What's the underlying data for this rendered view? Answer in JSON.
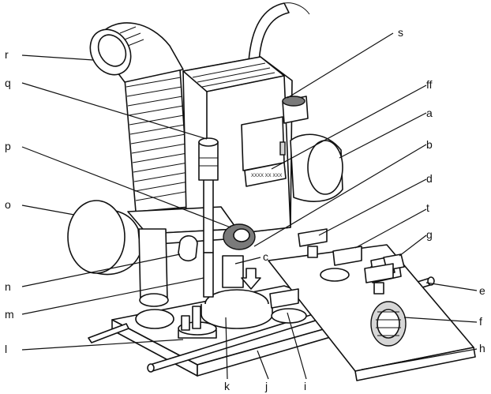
{
  "labels": {
    "a": "a",
    "b": "b",
    "c": "c",
    "d": "d",
    "e": "e",
    "f": "f",
    "ff": "ff",
    "g": "g",
    "h": "h",
    "i": "i",
    "j": "j",
    "k": "k",
    "l": "l",
    "m": "m",
    "n": "n",
    "o": "o",
    "p": "p",
    "q": "q",
    "r": "r",
    "s": "s",
    "t": "t"
  },
  "rating_plate_text": "XXXX XX XXX"
}
